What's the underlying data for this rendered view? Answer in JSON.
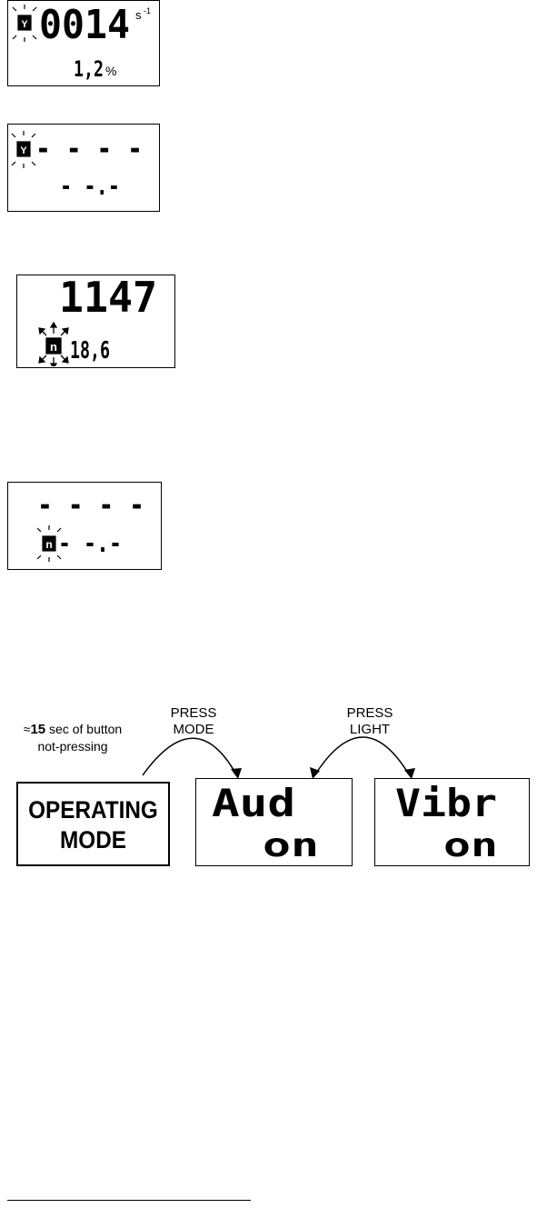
{
  "panel1": {
    "main_value": "0014",
    "main_unit": "s",
    "unit_exp": "-1",
    "sub_value": "1,2",
    "sub_unit": "%",
    "icon_letter": "Y"
  },
  "panel2": {
    "main_value": "- - - -",
    "sub_value": "- -.-",
    "icon_letter": "Y"
  },
  "panel3": {
    "main_value": "1147",
    "sub_value": "18,6",
    "icon_letter": "n"
  },
  "panel4": {
    "main_value": "- - - -",
    "sub_value": "- -.-",
    "icon_letter": "n"
  },
  "flow": {
    "note_approx": "≈",
    "note_bold": "15",
    "note_rest": "sec of button",
    "note_line2": "not-pressing",
    "press_mode_line1": "PRESS",
    "press_mode_line2": "MODE",
    "press_light_line1": "PRESS",
    "press_light_line2": "LIGHT",
    "operating_line1": "OPERATING",
    "operating_line2": "MODE",
    "audio_top": "Aud",
    "audio_bottom": "on",
    "vibro_top": "Vibr",
    "vibro_bottom": "on"
  }
}
